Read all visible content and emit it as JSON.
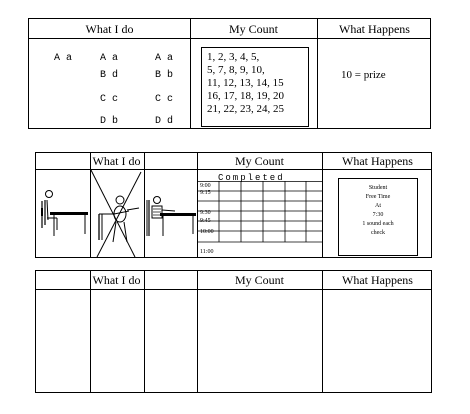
{
  "headers": {
    "what_i_do": "What I do",
    "my_count": "My Count",
    "what_happens": "What Happens"
  },
  "table1": {
    "letters_col1": [
      "A a"
    ],
    "letters_col2": [
      "A a",
      "B d",
      "C c",
      "D b"
    ],
    "letters_col3": [
      "A a",
      "B b",
      "C c",
      "D d"
    ],
    "count_lines": [
      "1, 2, 3, 4, 5,",
      "5, 7, 8, 9, 10,",
      "11, 12, 13, 14, 15",
      "16, 17, 18, 19, 20",
      "21, 22, 23, 24, 25"
    ],
    "what_happens": "10 = prize"
  },
  "table2": {
    "grid_title": "Completed",
    "times": [
      "9:00",
      "9:15",
      "9:30",
      "9:45",
      "10:00",
      "11:00"
    ],
    "note_lines": [
      "Student",
      "Free Time",
      "At",
      "7:30",
      "1 sound each",
      "check"
    ]
  }
}
